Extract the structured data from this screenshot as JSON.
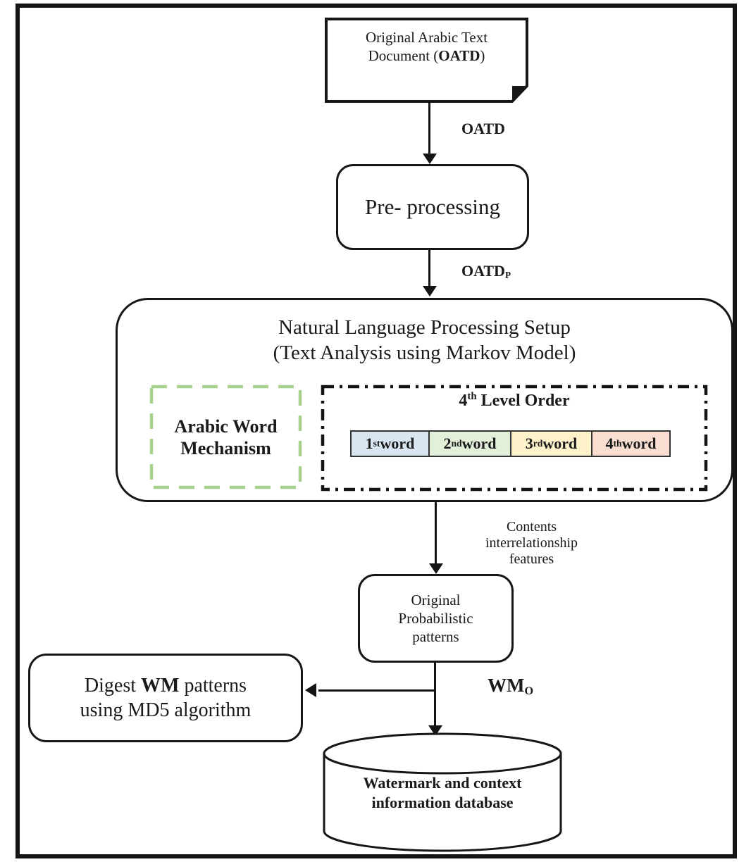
{
  "nodes": {
    "oatd_doc": {
      "line1": "Original Arabic Text",
      "line2_prefix": "Document (",
      "line2_bold": "OATD",
      "line2_suffix": ")"
    },
    "preprocessing": {
      "label": "Pre- processing"
    },
    "nlp": {
      "title_line1": "Natural Language Processing Setup",
      "title_line2": "(Text Analysis using Markov Model)"
    },
    "arabic_word_mechanism": {
      "line1": "Arabic Word",
      "line2": "Mechanism"
    },
    "level_order": {
      "num": "4",
      "sup": "th",
      "rest": " Level Order"
    },
    "words": [
      {
        "num": "1",
        "sup": "st",
        "rest": " word",
        "fill": "#d9e6f2"
      },
      {
        "num": "2",
        "sup": "nd",
        "rest": " word",
        "fill": "#e2efd9"
      },
      {
        "num": "3",
        "sup": "rd",
        "rest": " word",
        "fill": "#fef2cb"
      },
      {
        "num": "4",
        "sup": "th",
        "rest": " word",
        "fill": "#f9ddd1"
      }
    ],
    "probabilistic": {
      "line1": "Original",
      "line2": "Probabilistic",
      "line3": "patterns"
    },
    "digest": {
      "line1_prefix": "Digest ",
      "line1_bold": "WM",
      "line1_suffix": " patterns",
      "line2": "using MD5 algorithm"
    },
    "database": {
      "line1": "Watermark and context",
      "line2": "information database"
    }
  },
  "edge_labels": {
    "oatd": "OATD",
    "oatdp_base": "OATD",
    "oatdp_sub": "P",
    "contents_line1": "Contents",
    "contents_line2": "interrelationship",
    "contents_line3": "features",
    "wmo_base": "WM",
    "wmo_sub": "O"
  },
  "colors": {
    "line": "#141414",
    "green_dashed_border": "#a9d18e",
    "word1_fill": "#d9e6f2",
    "word2_fill": "#e2efd9",
    "word3_fill": "#fef2cb",
    "word4_fill": "#f9ddd1"
  }
}
